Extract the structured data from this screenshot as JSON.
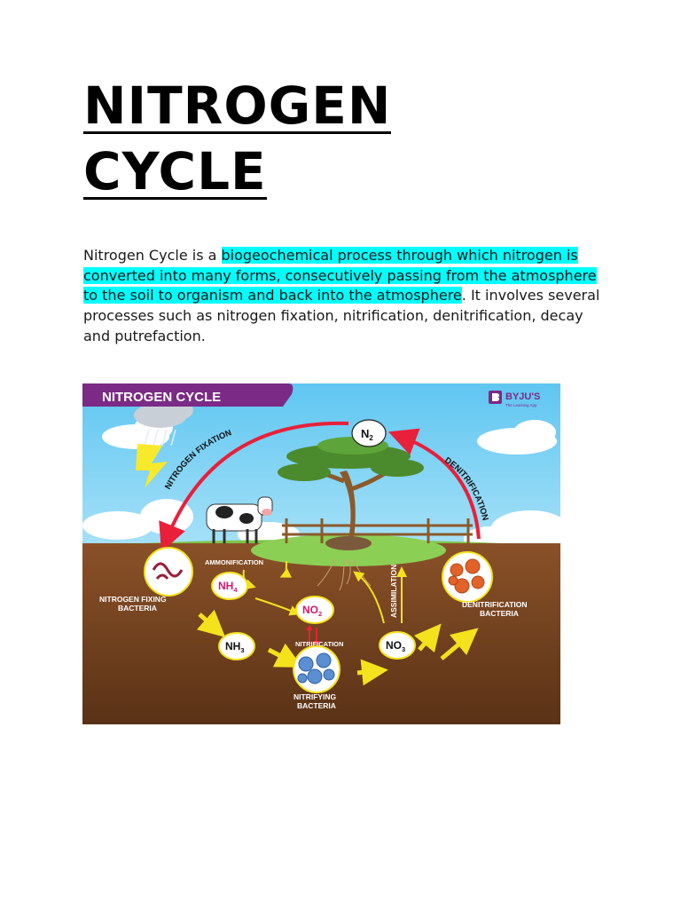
{
  "title": {
    "line1": "NITROGEN ",
    "line2": "CYCLE"
  },
  "intro": {
    "prefix": "Nitrogen Cycle is a ",
    "highlight": "biogeochemical process through which nitrogen is converted into many forms, consecutively passing from the atmosphere to the soil to organism and back into the atmosphere",
    "suffix": ". It involves several processes such as nitrogen fixation, nitrification, denitrification, decay and putrefaction."
  },
  "figure": {
    "banner": "NITROGEN CYCLE",
    "brand": "BYJU'S",
    "brand_tagline": "The Learning App",
    "n2": "N",
    "n2_sub": "2",
    "nitrogen_fixation": "NITROGEN FIXATION",
    "denitrification": "DENITRIFICATION",
    "ammonification": "AMMONIFICATION",
    "nh4": "NH",
    "nh4_sub": "4",
    "no2": "NO",
    "no2_sub": "2",
    "nh3": "NH",
    "nh3_sub": "3",
    "no3": "NO",
    "no3_sub": "3",
    "nitrification": "NITRIFICATION",
    "assimilation": "ASSIMILATION",
    "nfb_line1": "NITROGEN FIXING",
    "nfb_line2": "BACTERIA",
    "db_line1": "DENITRIFICATION",
    "db_line2": "BACTERIA",
    "nb_line1": "NITRIFYING",
    "nb_line2": "BACTERIA"
  },
  "colors": {
    "highlight": "#00ffff",
    "banner": "#7b2a86",
    "sky": "#7fd3f5",
    "soil": "#6b3d1c",
    "arrow_red": "#e8203a",
    "arrow_yellow": "#f4e21c"
  }
}
